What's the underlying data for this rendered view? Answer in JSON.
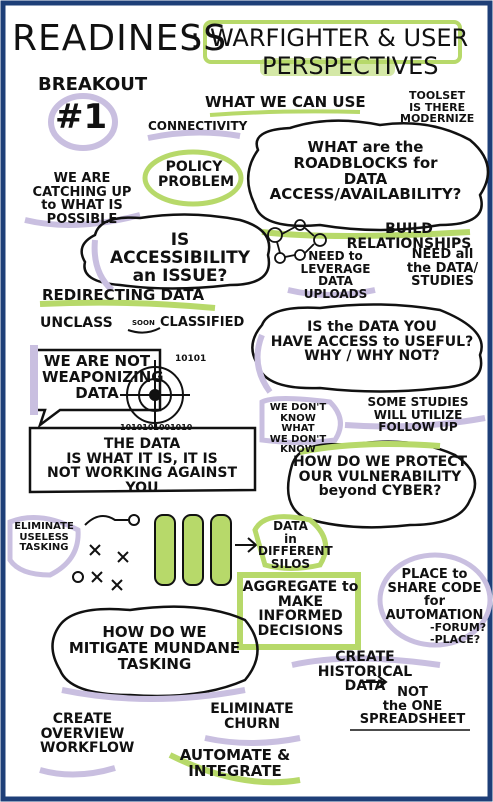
{
  "title": {
    "main": "READINESS",
    "colon": ":",
    "sub_line1": "WARFIGHTER & USER",
    "sub_line2": "PERSPECTIVES"
  },
  "breakout": {
    "label": "BREAKOUT",
    "number": "#1"
  },
  "notes": {
    "what_we_can_use": "WHAT WE CAN USE",
    "toolset": "TOOLSET\nIS THERE\nMODERNIZE",
    "connectivity": "CONNECTIVITY",
    "roadblocks": "WHAT are the\nROADBLOCKS for\nDATA ACCESS/AVAILABILITY?",
    "policy_problem": "POLICY\nPROBLEM",
    "catching_up": "WE ARE\nCATCHING UP\nto WHAT IS POSSIBLE",
    "accessibility": "IS ACCESSIBILITY\nan ISSUE?",
    "build_relationships": "BUILD RELATIONSHIPS",
    "leverage": "NEED to\nLEVERAGE\nDATA UPLOADS",
    "need_all_data": "NEED all\nthe DATA/\nSTUDIES",
    "redirecting": "REDIRECTING DATA",
    "unclass": "UNCLASS",
    "soon": "SOON",
    "classified": "CLASSIFIED",
    "data_useful": "IS the DATA YOU\nHAVE ACCESS to USEFUL?\nWHY / WHY NOT?",
    "not_weaponizing": "WE ARE NOT\nWEAPONIZING\nDATA",
    "binary_top": "10101",
    "binary_bottom": "1010101001010",
    "data_is_what": "THE DATA\nIS WHAT IT IS, IT IS\nNOT WORKING AGAINST YOU",
    "dont_know": "WE DON'T\nKNOW WHAT\nWE DON'T KNOW",
    "some_studies": "SOME STUDIES\nWILL UTILIZE FOLLOW UP",
    "protect": "HOW DO WE PROTECT\nOUR VULNERABILITY\nbeyond CYBER?",
    "eliminate_useless": "ELIMINATE\nUSELESS\nTASKING",
    "silos": "DATA\nin DIFFERENT\nSILOS",
    "aggregate": "AGGREGATE to\nMAKE INFORMED\nDECISIONS",
    "place_to_share": "PLACE to\nSHARE CODE\nfor AUTOMATION",
    "forum": "-FORUM?\n-PLACE?",
    "mitigate": "HOW DO WE\nMITIGATE MUNDANE\nTASKING",
    "historical": "CREATE HISTORICAL\nDATA",
    "not_one": "NOT\nthe ONE\nSPREADSHEET",
    "overview": "CREATE\nOVERVIEW\nWORKFLOW",
    "churn": "ELIMINATE\nCHURN",
    "automate": "AUTOMATE &\nINTEGRATE"
  },
  "colors": {
    "frame": "#1e3f78",
    "green": "#b7d96a",
    "purple": "#c9bfe0",
    "ink": "#111111"
  }
}
